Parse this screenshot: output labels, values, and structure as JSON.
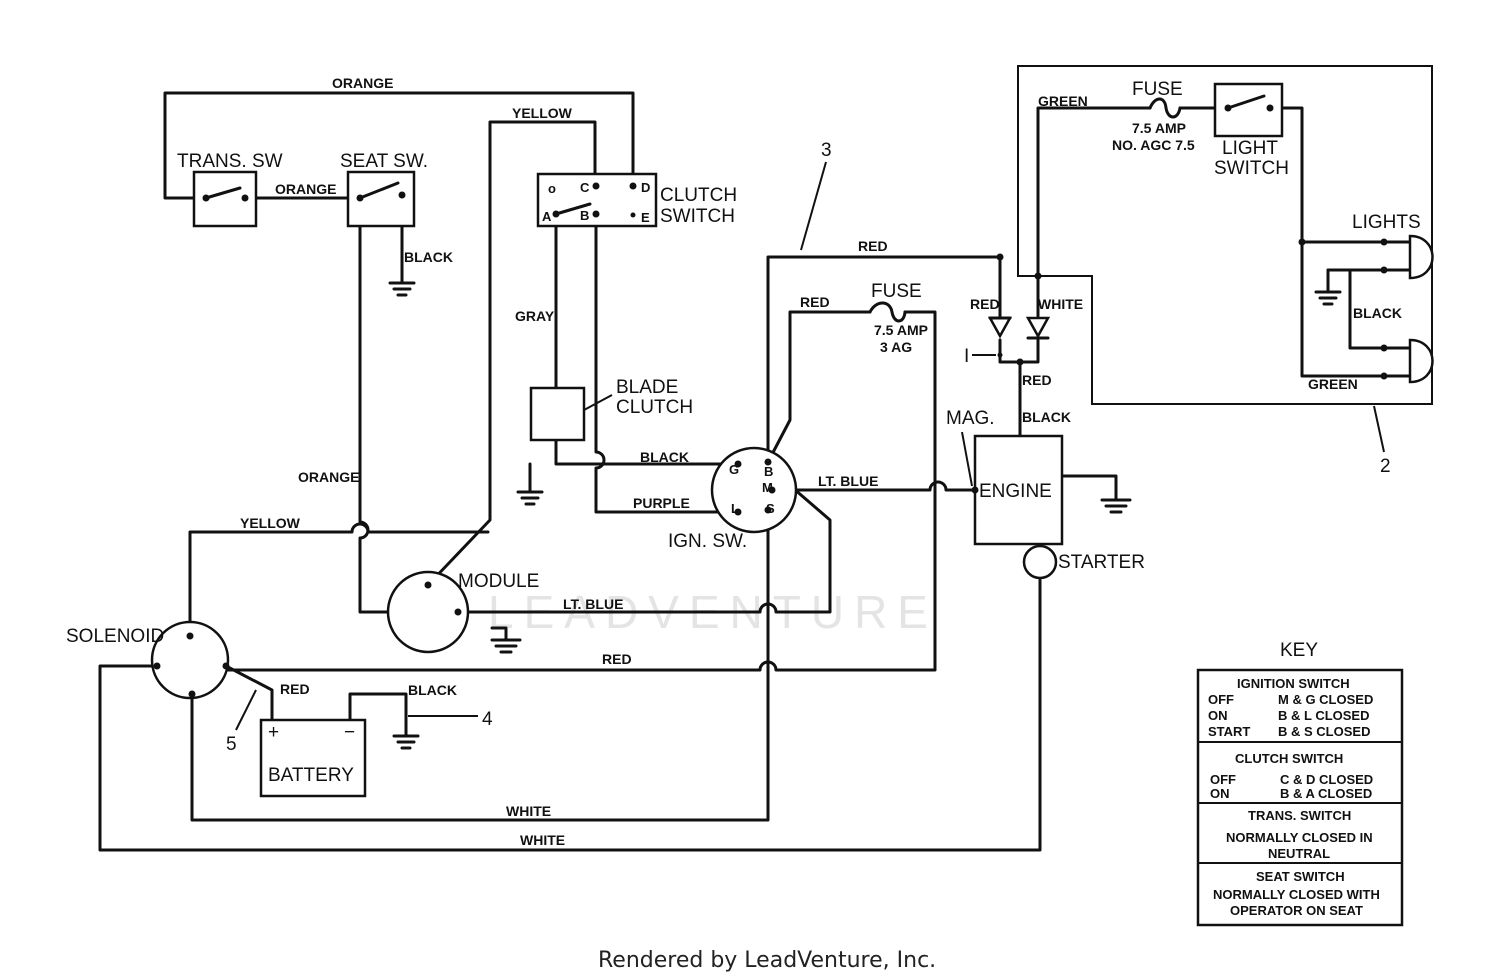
{
  "footer": "Rendered by LeadVenture, Inc.",
  "watermark": "LEADVENTURE",
  "components": {
    "trans_sw": "TRANS. SW",
    "seat_sw": "SEAT SW.",
    "clutch_switch_l1": "CLUTCH",
    "clutch_switch_l2": "SWITCH",
    "blade_clutch_l1": "BLADE",
    "blade_clutch_l2": "CLUTCH",
    "ign_sw": "IGN. SW.",
    "module": "MODULE",
    "solenoid": "SOLENOID",
    "battery": "BATTERY",
    "engine": "ENGINE",
    "starter": "STARTER",
    "mag": "MAG.",
    "fuse_main": "FUSE",
    "fuse_main_rating_l1": "7.5 AMP",
    "fuse_main_rating_l2": "3 AG",
    "fuse_light": "FUSE",
    "fuse_light_rating_l1": "7.5 AMP",
    "fuse_light_rating_l2": "NO. AGC 7.5",
    "light_switch_l1": "LIGHT",
    "light_switch_l2": "SWITCH",
    "lights": "LIGHTS"
  },
  "terminals": {
    "clutch_c": "C",
    "clutch_d": "D",
    "clutch_a": "A",
    "clutch_b": "B",
    "clutch_e": "E",
    "clutch_o": "o",
    "ign_b": "B",
    "ign_g": "G",
    "ign_m": "M",
    "ign_l": "L",
    "ign_s": "S",
    "batt_plus": "+",
    "batt_minus": "−",
    "diode_i": "I"
  },
  "wires": {
    "orange_top": "ORANGE",
    "orange_mid": "ORANGE",
    "orange_left": "ORANGE",
    "yellow_top": "YELLOW",
    "yellow_left": "YELLOW",
    "black_seat": "BLACK",
    "gray": "GRAY",
    "black_ign": "BLACK",
    "purple": "PURPLE",
    "lt_blue_ign": "LT. BLUE",
    "lt_blue_module": "LT. BLUE",
    "red_top": "RED",
    "red_fuse": "RED",
    "red_diode": "RED",
    "white_diode": "WHITE",
    "red_engine": "RED",
    "black_engine": "BLACK",
    "red_solenoid": "RED",
    "red_batt": "RED",
    "black_batt": "BLACK",
    "white_inner": "WHITE",
    "white_outer": "WHITE",
    "green_top": "GREEN",
    "green_bottom": "GREEN",
    "black_lights": "BLACK"
  },
  "callouts": {
    "c2": "2",
    "c3": "3",
    "c4": "4",
    "c5": "5"
  },
  "key": {
    "title": "KEY",
    "ignition": {
      "header": "IGNITION SWITCH",
      "rows": [
        [
          "OFF",
          "M & G CLOSED"
        ],
        [
          "ON",
          "B & L CLOSED"
        ],
        [
          "START",
          "B & S CLOSED"
        ]
      ]
    },
    "clutch": {
      "header": "CLUTCH SWITCH",
      "rows": [
        [
          "OFF",
          "C & D CLOSED"
        ],
        [
          "ON",
          "B & A CLOSED"
        ]
      ]
    },
    "trans": {
      "header": "TRANS. SWITCH",
      "l1": "NORMALLY CLOSED IN",
      "l2": "NEUTRAL"
    },
    "seat": {
      "header": "SEAT SWITCH",
      "l1": "NORMALLY CLOSED WITH",
      "l2": "OPERATOR ON SEAT"
    }
  }
}
